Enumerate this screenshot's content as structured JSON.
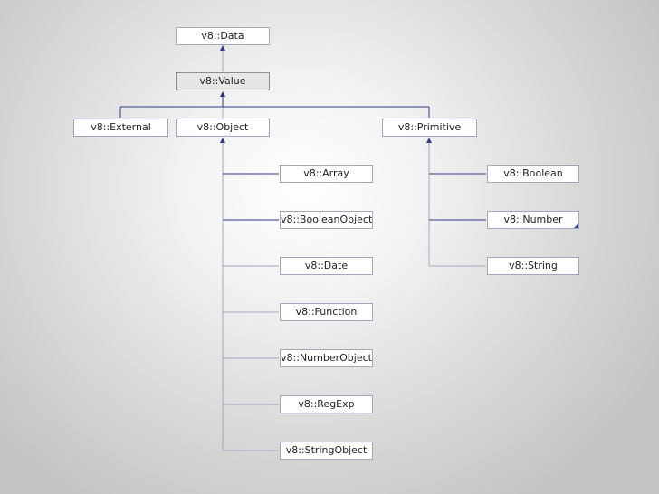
{
  "diagram": {
    "nodes": {
      "data": "v8::Data",
      "value": "v8::Value",
      "external": "v8::External",
      "object": "v8::Object",
      "primitive": "v8::Primitive",
      "array": "v8::Array",
      "boolean_object": "v8::BooleanObject",
      "date": "v8::Date",
      "function": "v8::Function",
      "number_object": "v8::NumberObject",
      "regexp": "v8::RegExp",
      "string_object": "v8::StringObject",
      "boolean": "v8::Boolean",
      "number": "v8::Number",
      "string": "v8::String"
    },
    "colors": {
      "edge_strong": "#2c3a8a",
      "edge_light": "#9ea8c2",
      "node_border": "#9ea8c2",
      "node_fill": "#ffffff",
      "highlight_fill": "#e6e6e6"
    }
  }
}
